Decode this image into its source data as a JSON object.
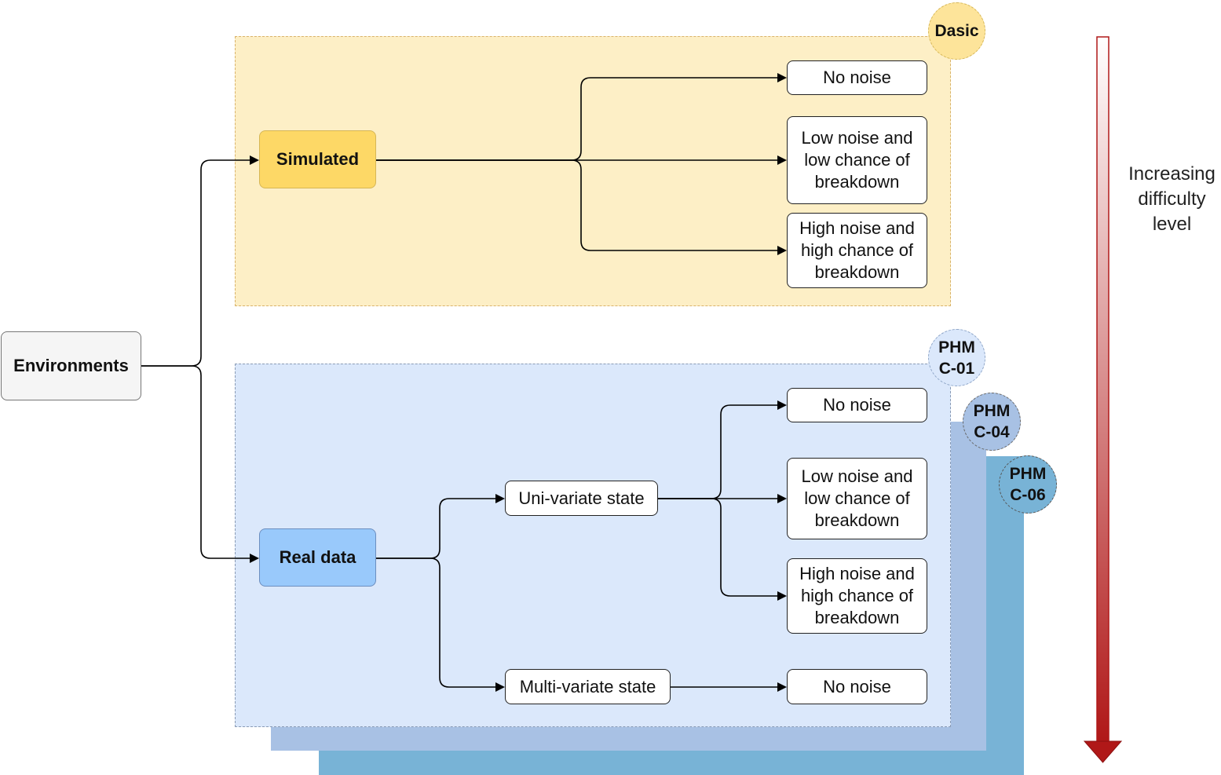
{
  "root": {
    "label": "Environments"
  },
  "simulated": {
    "label": "Simulated",
    "badge": "Dasic",
    "options": [
      "No noise",
      "Low noise and low chance of breakdown",
      "High noise and high chance of breakdown"
    ]
  },
  "real": {
    "label": "Real data",
    "badges": [
      "PHM\nC-01",
      "PHM\nC-04",
      "PHM\nC-06"
    ],
    "univariate": {
      "label": "Uni-variate state",
      "options": [
        "No noise",
        "Low noise and low chance of breakdown",
        "High noise and high chance of breakdown"
      ]
    },
    "multivariate": {
      "label": "Multi-variate state",
      "options": [
        "No noise"
      ]
    }
  },
  "difficulty": {
    "label": "Increasing\ndifficulty\nlevel"
  },
  "colors": {
    "simulated_fill": "#fdd866",
    "real_fill": "#99c9fb",
    "root_fill": "#f5f5f5",
    "arrow": "#b01818"
  }
}
